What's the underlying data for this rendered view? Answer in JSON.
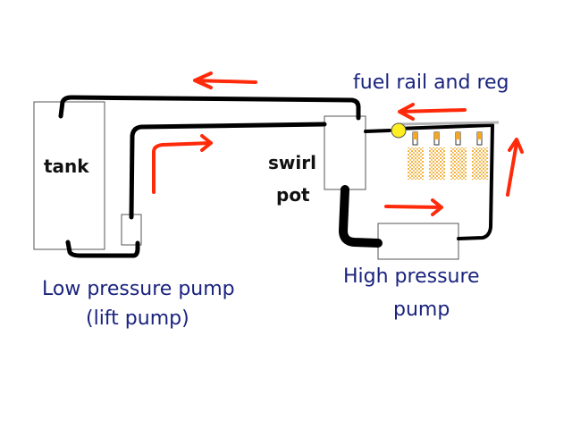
{
  "labels": {
    "tank": "tank",
    "swirl": "swirl",
    "pot": "pot",
    "fuel_rail": "fuel rail and reg",
    "lp_line1": "Low pressure pump",
    "lp_line2": "(lift pump)",
    "hp_line1": "High pressure",
    "hp_line2": "pump"
  },
  "colors": {
    "line": "#000000",
    "arrow": "#ff2a0a",
    "label_blue": "#1a237e",
    "regulator": "#ffee22",
    "spray": "#f5b43c"
  },
  "icons": {
    "flow_arrows": "arrow-icon",
    "regulator": "regulator-dot-icon",
    "injectors": "injector-icon"
  }
}
